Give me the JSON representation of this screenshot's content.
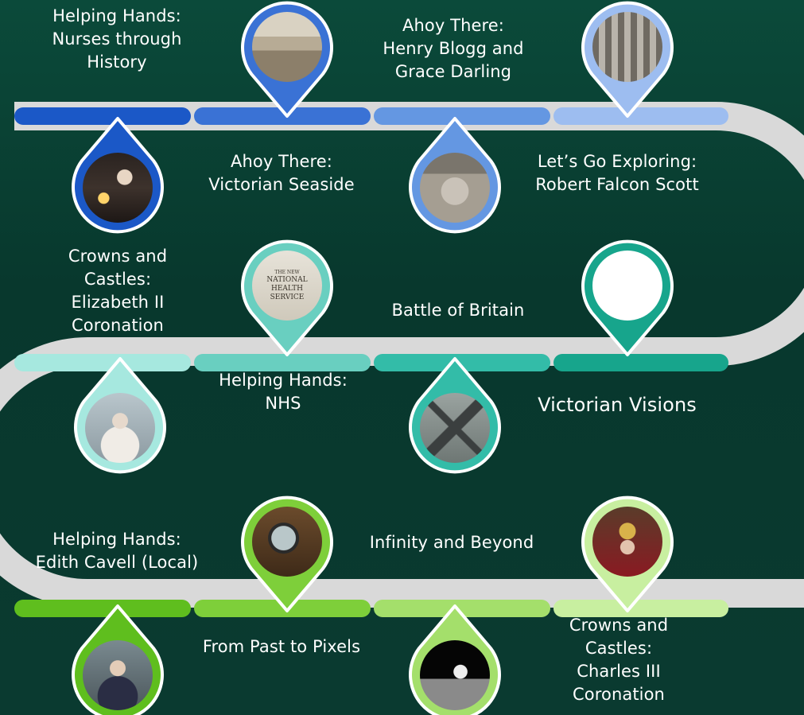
{
  "colors": {
    "background": "#0a3f33",
    "track": "#d9d9d9",
    "row1": [
      "#1b58c7",
      "#3a72d5",
      "#6497e2",
      "#9dbdf0"
    ],
    "row2": [
      "#a6e8df",
      "#69cfc0",
      "#33bca8",
      "#17a58c"
    ],
    "row3": [
      "#5fbe1e",
      "#7ecf3a",
      "#a4df6b",
      "#c8efa0"
    ]
  },
  "topics": [
    {
      "id": "nurses",
      "label": "Helping Hands:\nNurses through\nHistory",
      "icon": "nurse-lamp-portrait",
      "pin_color": "#1b58c7",
      "pin": "up"
    },
    {
      "id": "victorian-seaside",
      "label": "Ahoy There:\nVictorian Seaside",
      "icon": "seaside-photo",
      "pin_color": "#3a72d5",
      "pin": "down"
    },
    {
      "id": "blogg-darling",
      "label": "Ahoy There:\nHenry Blogg and\nGrace Darling",
      "icon": "henry-blogg-portrait",
      "pin_color": "#6497e2",
      "pin": "up"
    },
    {
      "id": "scott",
      "label": "Let’s Go Exploring:\nRobert Falcon Scott",
      "icon": "expedition-photo",
      "pin_color": "#9dbdf0",
      "pin": "down"
    },
    {
      "id": "elizabeth",
      "label": "Crowns and\nCastles:\nElizabeth II\nCoronation",
      "icon": "queen-portrait",
      "pin_color": "#a6e8df",
      "pin": "up"
    },
    {
      "id": "nhs",
      "label": "Helping Hands:\nNHS",
      "icon": "nhs-leaflet",
      "pin_color": "#69cfc0",
      "pin": "down",
      "leaflet_text": [
        "THE NEW",
        "NATIONAL",
        "HEALTH",
        "SERVICE"
      ]
    },
    {
      "id": "battle-britain",
      "label": "Battle of Britain",
      "icon": "spitfire-photo",
      "pin_color": "#33bca8",
      "pin": "up"
    },
    {
      "id": "victorian-visions",
      "label": "Victorian Visions",
      "icon": "blank-circle",
      "pin_color": "#17a58c",
      "pin": "down"
    },
    {
      "id": "edith-cavell",
      "label": "Helping Hands:\nEdith Cavell (Local)",
      "icon": "edith-cavell-portrait",
      "pin_color": "#5fbe1e",
      "pin": "up"
    },
    {
      "id": "past-pixels",
      "label": "From Past to Pixels",
      "icon": "vintage-tv-photo",
      "pin_color": "#7ecf3a",
      "pin": "down"
    },
    {
      "id": "infinity",
      "label": "Infinity and Beyond",
      "icon": "moon-landing-photo",
      "pin_color": "#a4df6b",
      "pin": "up"
    },
    {
      "id": "charles",
      "label": "Crowns and\nCastles:\nCharles III\nCoronation",
      "icon": "king-portrait",
      "pin_color": "#c8efa0",
      "pin": "down"
    }
  ]
}
